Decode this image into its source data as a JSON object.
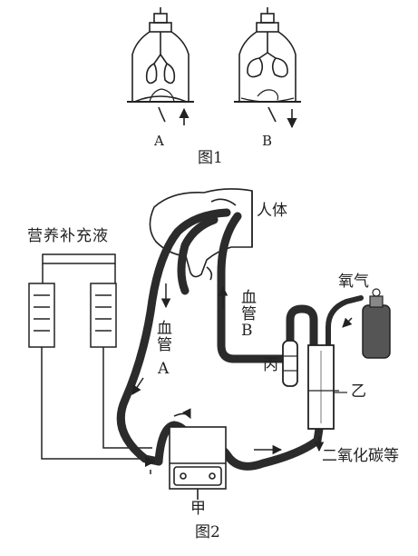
{
  "fig1": {
    "label_a": "A",
    "label_b": "B",
    "caption": "图1"
  },
  "fig2": {
    "caption": "图2",
    "nutrient_label": "营养补充液",
    "human_label": "人体",
    "vessel_a": {
      "chars": "血管",
      "letter": "A"
    },
    "vessel_b": {
      "chars": "血管",
      "letter": "B"
    },
    "oxygen_label": "氧气",
    "label_bing": "丙",
    "label_yi": "乙",
    "label_jia": "甲",
    "co2_label": "二氧化碳等"
  },
  "colors": {
    "ink": "#222222",
    "tube": "#2b2b2b",
    "cylinder": "#555555"
  }
}
